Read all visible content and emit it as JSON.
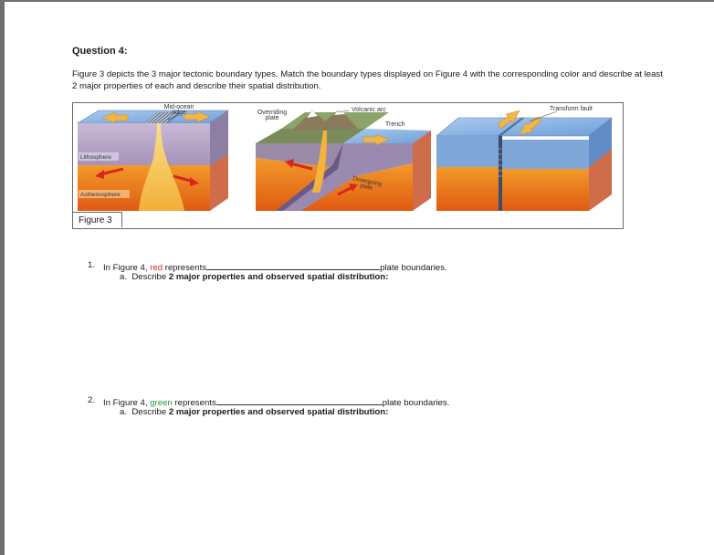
{
  "question": {
    "title": "Question 4:",
    "description": "Figure 3 depicts the 3 major tectonic boundary types. Match the boundary types displayed on Figure 4 with the corresponding color and describe at least 2 major properties of each and describe their spatial distribution."
  },
  "figure": {
    "caption": "Figure 3",
    "labels": {
      "mid_ocean_ridge_1": "Mid-ocean",
      "mid_ocean_ridge_2": "ridge",
      "lithosphere": "Lithosphere",
      "asthenosphere": "Asthenosphere",
      "overriding_plate_1": "Overriding",
      "overriding_plate_2": "plate",
      "volcanic_arc": "Volcanic arc",
      "trench": "Trench",
      "downgoing_plate_1": "Downgoing",
      "downgoing_plate_2": "plate",
      "transform_fault": "Transform fault"
    },
    "colors": {
      "ocean": "#8fb8e6",
      "lithosphere": "#b7a6c7",
      "asthenosphere": "#f08a1e",
      "arrow": "#f2b54a",
      "red_arrow": "#d8271c"
    }
  },
  "items": [
    {
      "number": "1.",
      "prefix": "In Figure 4, ",
      "color_word": "red",
      "middle": " represents",
      "suffix": "plate boundaries.",
      "sub_letter": "a.",
      "sub_prefix": "Describe ",
      "sub_bold": "2 major properties and observed spatial distribution:"
    },
    {
      "number": "2.",
      "prefix": "In Figure 4, ",
      "color_word": "green",
      "middle": " represents",
      "suffix": "plate boundaries.",
      "sub_letter": "a.",
      "sub_prefix": "Describe ",
      "sub_bold": "2 major properties and observed spatial distribution:"
    }
  ]
}
